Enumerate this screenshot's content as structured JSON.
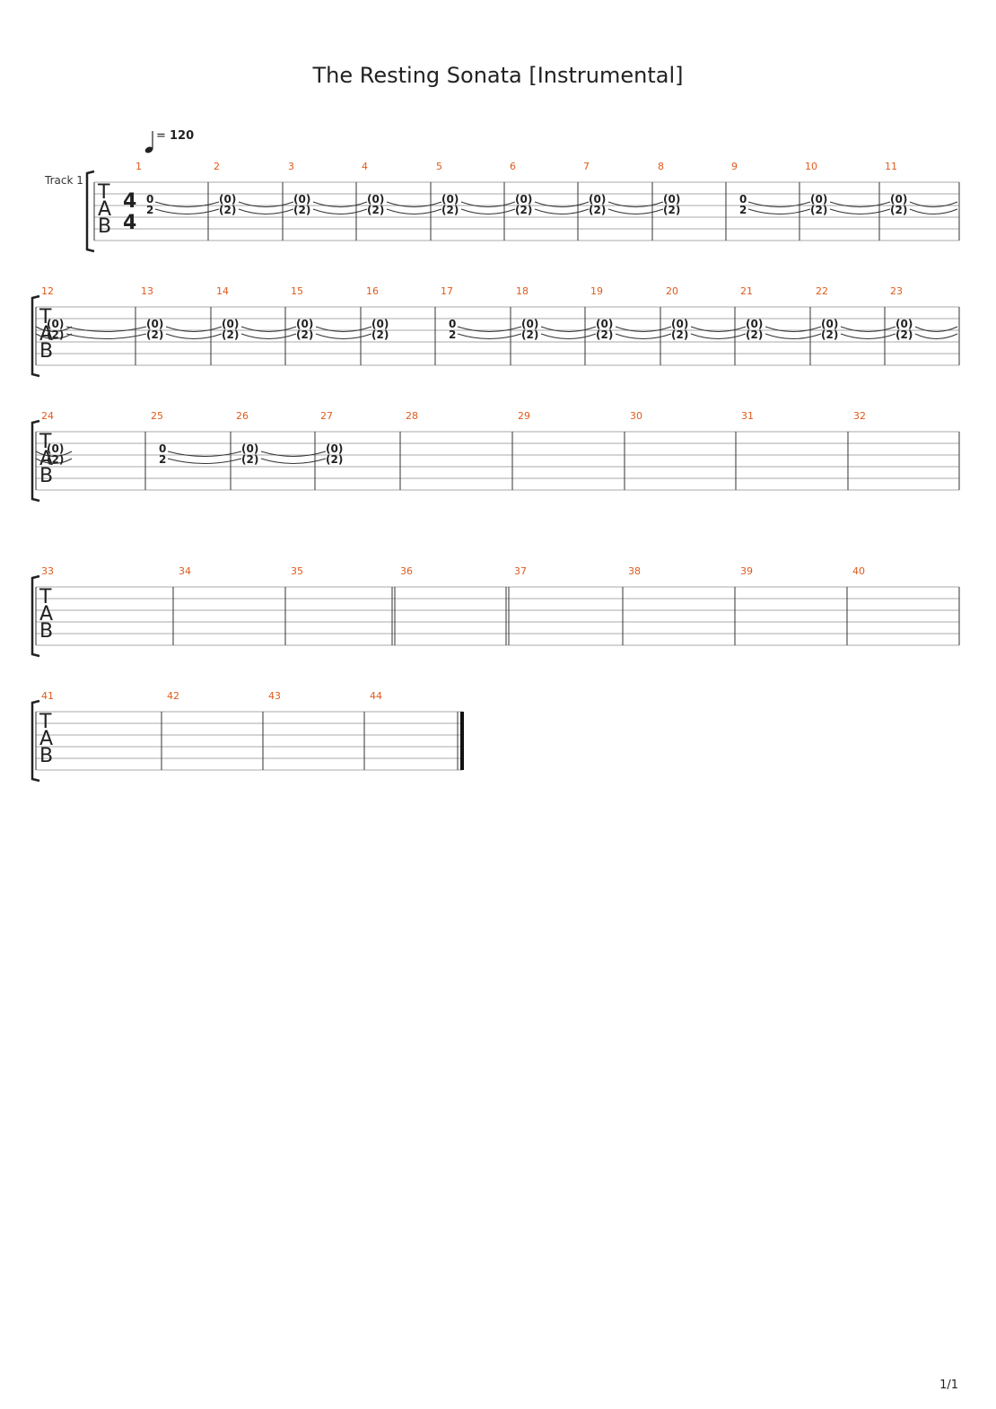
{
  "title": "The Resting Sonata [Instrumental]",
  "page_number": "1/1",
  "tempo": {
    "equals": "=",
    "bpm": "120"
  },
  "track": {
    "name": "Track 1"
  },
  "clef": [
    "T",
    "A",
    "B"
  ],
  "time_signature": {
    "numerator": "4",
    "denominator": "4"
  },
  "colors": {
    "measure_number": "#e05a1c",
    "staff_line": "#aaaaaa",
    "barline": "#333333",
    "text": "#222222"
  },
  "notes": {
    "first": {
      "top": "0",
      "bottom": "2"
    },
    "tied": {
      "top": "(0)",
      "bottom": "(2)"
    }
  },
  "systems": [
    {
      "has_time_signature": true,
      "measures": [
        {
          "number": "1",
          "notes": "first",
          "tie_out": true
        },
        {
          "number": "2",
          "notes": "tied",
          "tie_out": true
        },
        {
          "number": "3",
          "notes": "tied",
          "tie_out": true
        },
        {
          "number": "4",
          "notes": "tied",
          "tie_out": true
        },
        {
          "number": "5",
          "notes": "tied",
          "tie_out": true
        },
        {
          "number": "6",
          "notes": "tied",
          "tie_out": true
        },
        {
          "number": "7",
          "notes": "tied",
          "tie_out": true
        },
        {
          "number": "8",
          "notes": "tied",
          "tie_out": false
        },
        {
          "number": "9",
          "notes": "first",
          "tie_out": true
        },
        {
          "number": "10",
          "notes": "tied",
          "tie_out": true
        },
        {
          "number": "11",
          "notes": "tied",
          "tie_out": true
        }
      ]
    },
    {
      "tie_in": true,
      "measures": [
        {
          "number": "12",
          "notes": "tied",
          "tie_out": true
        },
        {
          "number": "13",
          "notes": "tied",
          "tie_out": true
        },
        {
          "number": "14",
          "notes": "tied",
          "tie_out": true
        },
        {
          "number": "15",
          "notes": "tied",
          "tie_out": true
        },
        {
          "number": "16",
          "notes": "tied",
          "tie_out": false
        },
        {
          "number": "17",
          "notes": "first",
          "tie_out": true
        },
        {
          "number": "18",
          "notes": "tied",
          "tie_out": true
        },
        {
          "number": "19",
          "notes": "tied",
          "tie_out": true
        },
        {
          "number": "20",
          "notes": "tied",
          "tie_out": true
        },
        {
          "number": "21",
          "notes": "tied",
          "tie_out": true
        },
        {
          "number": "22",
          "notes": "tied",
          "tie_out": true
        },
        {
          "number": "23",
          "notes": "tied",
          "tie_out": true
        }
      ]
    },
    {
      "tie_in": true,
      "measures": [
        {
          "number": "24",
          "notes": "tied",
          "tie_out": false
        },
        {
          "number": "25",
          "notes": "first",
          "tie_out": true
        },
        {
          "number": "26",
          "notes": "tied",
          "tie_out": true
        },
        {
          "number": "27",
          "notes": "tied",
          "tie_out": false
        },
        {
          "number": "28"
        },
        {
          "number": "29"
        },
        {
          "number": "30"
        },
        {
          "number": "31"
        },
        {
          "number": "32"
        }
      ]
    },
    {
      "measures": [
        {
          "number": "33"
        },
        {
          "number": "34"
        },
        {
          "number": "35"
        },
        {
          "number": "36",
          "double_bar_before": true
        },
        {
          "number": "37",
          "double_bar_before": true
        },
        {
          "number": "38"
        },
        {
          "number": "39"
        },
        {
          "number": "40"
        }
      ]
    },
    {
      "final_bar": true,
      "measures": [
        {
          "number": "41"
        },
        {
          "number": "42"
        },
        {
          "number": "43"
        },
        {
          "number": "44"
        }
      ]
    }
  ]
}
